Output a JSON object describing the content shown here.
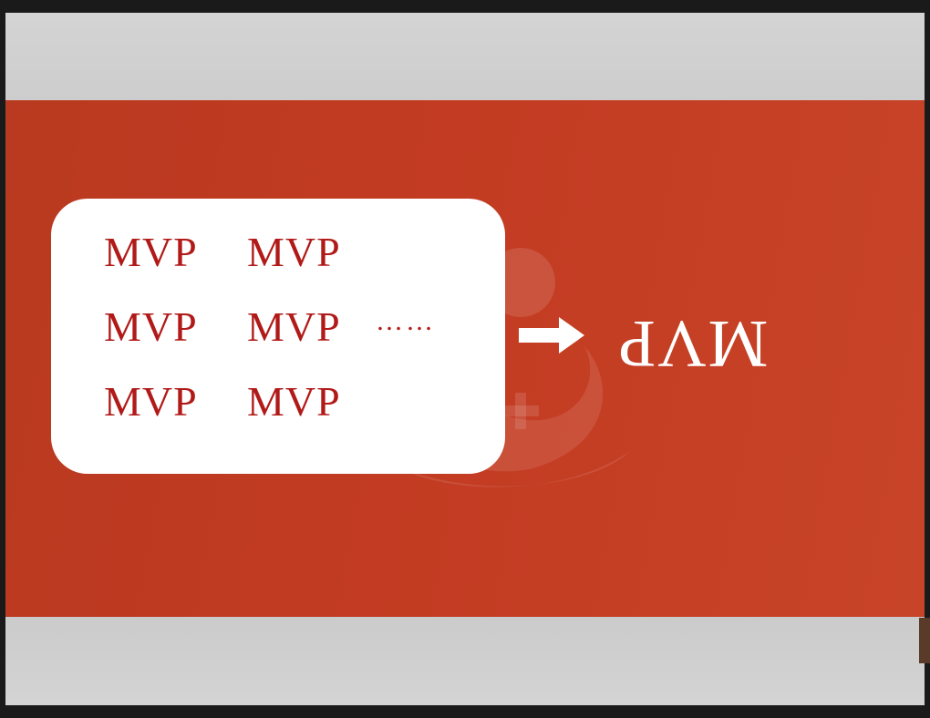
{
  "card": {
    "rows": [
      [
        "MVP",
        "MVP"
      ],
      [
        "MVP",
        "MVP"
      ],
      [
        "MVP",
        "MVP"
      ]
    ],
    "ellipsis": "……"
  },
  "result": {
    "label": "MVP",
    "orientation": "upside-down"
  },
  "colors": {
    "slide_red": "#c23b22",
    "text_red": "#b01a18",
    "band_gray": "#d2d2d2",
    "white": "#ffffff"
  },
  "icons": {
    "arrow": "arrow-right-icon",
    "watermark": "logo-watermark-icon"
  }
}
